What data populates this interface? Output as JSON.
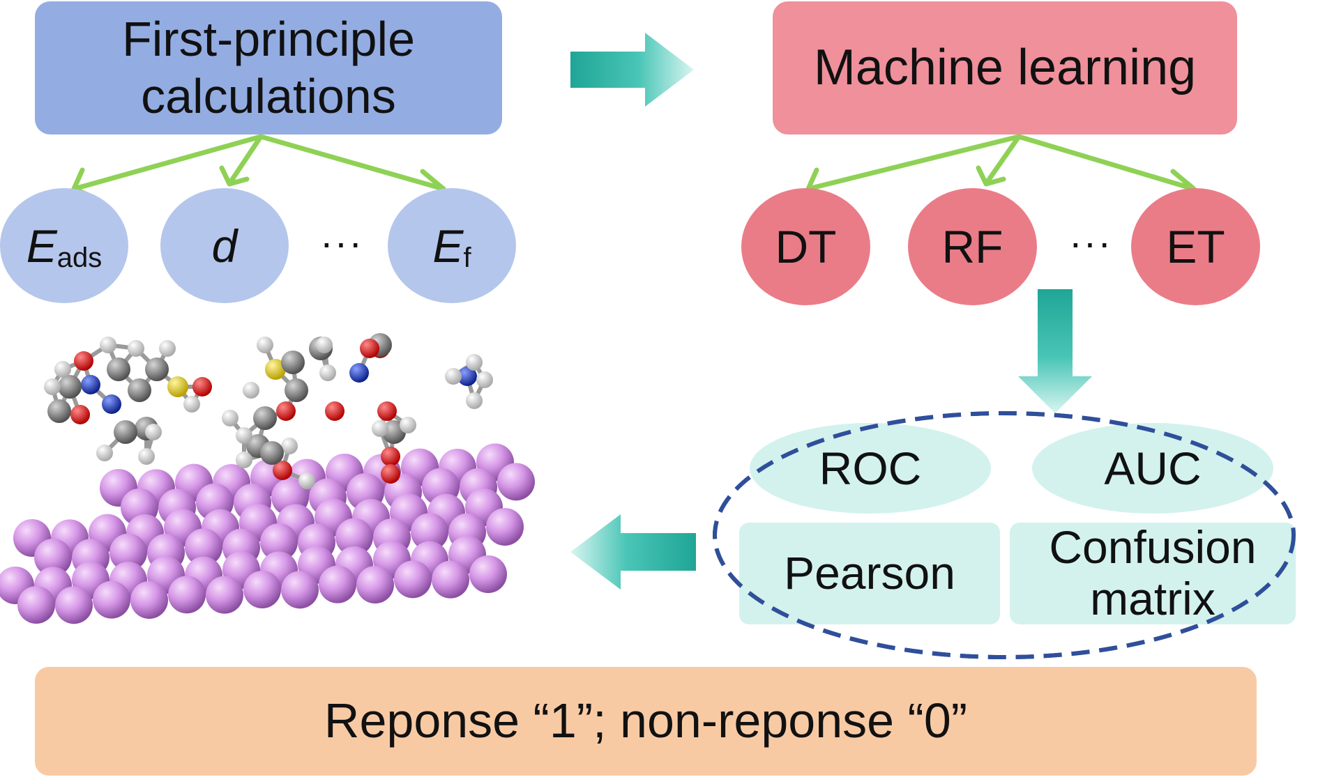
{
  "top_left": {
    "line1": "First-principle",
    "line2": "calculations"
  },
  "top_right": {
    "label": "Machine learning"
  },
  "descriptors": [
    {
      "main": "E",
      "sub": "ads"
    },
    {
      "main": "d",
      "sub": ""
    },
    {
      "main": "···",
      "sub": ""
    },
    {
      "main": "E",
      "sub": "f"
    }
  ],
  "models": [
    "DT",
    "RF",
    "···",
    "ET"
  ],
  "metrics": {
    "roc": "ROC",
    "auc": "AUC",
    "pearson": "Pearson",
    "confusion_line1": "Confusion",
    "confusion_line2": "matrix"
  },
  "bottom": {
    "label": "Reponse “1”;  non-reponse “0”"
  },
  "colors": {
    "blue_box": "#93ade3",
    "blue_oval": "#b5c6ec",
    "red_box": "#ef909b",
    "red_oval": "#ea7c88",
    "teal_box": "#d3f2ee",
    "orange_box": "#f8caa4",
    "tree_arrow": "#8fd155",
    "flow_arrow": "#2fb3a3",
    "dashed_ellipse": "#2f4f9a",
    "atom_slab": "#cf8fe0",
    "atom_carbon": "#8a8a8a",
    "atom_oxygen": "#e00000",
    "atom_nitrogen": "#1a3acc",
    "atom_sulfur": "#e6d21a",
    "atom_hydrogen": "#f2f2f2"
  }
}
